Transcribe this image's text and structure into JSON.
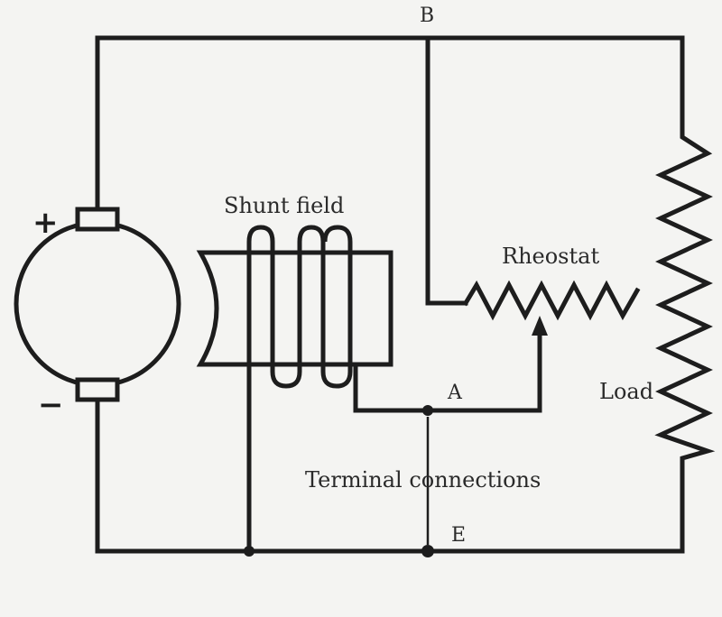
{
  "labels": {
    "node_b": "B",
    "shunt_field": "Shunt field",
    "rheostat": "Rheostat",
    "node_a": "A",
    "load": "Load",
    "terminal_connections": "Terminal connections",
    "node_e": "E",
    "plus": "+",
    "minus": "−"
  },
  "colors": {
    "ink": "#1d1d1d",
    "background": "#f4f4f2"
  }
}
